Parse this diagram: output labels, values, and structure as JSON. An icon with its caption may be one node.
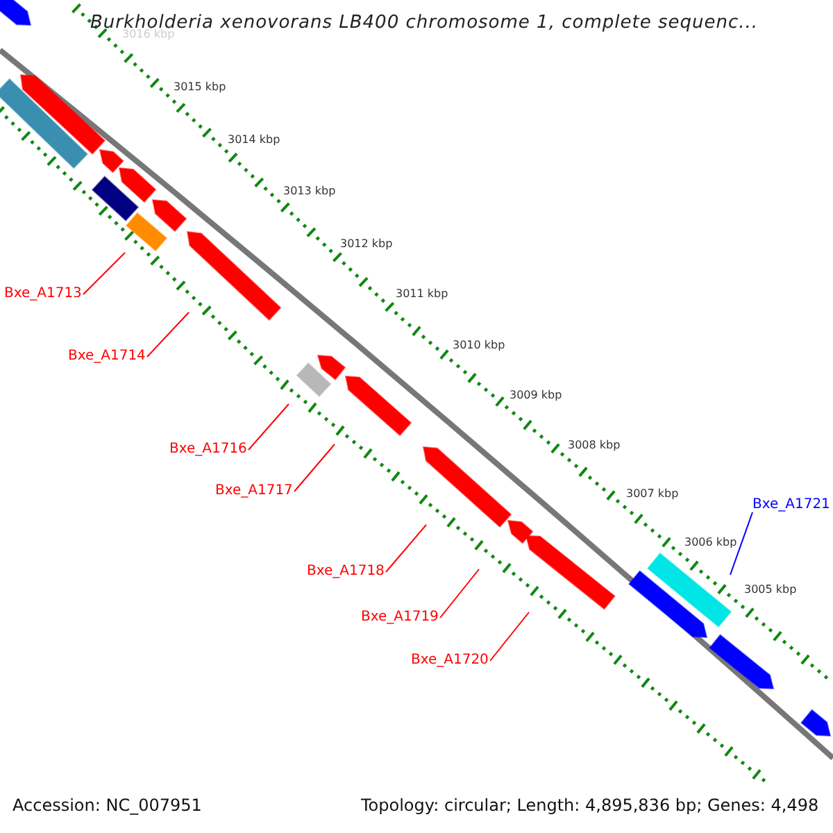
{
  "diagram": {
    "title": "Burkholderia xenovorans LB400 chromosome 1, complete sequenc...",
    "nodes": [
      {
        "text": [
          "Bxe_A1713"
        ]
      },
      {
        "text": [
          "Bxe_A1714"
        ]
      },
      {
        "text": [
          "Bxe_A1716"
        ]
      },
      {
        "text": [
          "Bxe_A1717"
        ]
      },
      {
        "text": [
          "Bxe_A1718"
        ]
      },
      {
        "text": [
          "Bxe_A1719"
        ]
      },
      {
        "text": [
          "Bxe_A1720"
        ]
      },
      {
        "text": [
          "Bxe_A1721"
        ]
      }
    ],
    "edges": [
      {
        "from": 0,
        "to": null,
        "arrow": "none"
      },
      {
        "from": 1,
        "to": null,
        "arrow": "none"
      },
      {
        "from": 2,
        "to": null,
        "arrow": "none"
      },
      {
        "from": 3,
        "to": null,
        "arrow": "none"
      },
      {
        "from": 4,
        "to": null,
        "arrow": "none"
      },
      {
        "from": 5,
        "to": null,
        "arrow": "none"
      },
      {
        "from": 6,
        "to": null,
        "arrow": "none"
      },
      {
        "from": 7,
        "to": null,
        "arrow": "none",
        "color": "#0000ff"
      }
    ],
    "labels": [
      "3016 kbp",
      "3015 kbp",
      "3014 kbp",
      "3013 kbp",
      "3012 kbp",
      "3011 kbp",
      "3010 kbp",
      "3009 kbp",
      "3008 kbp",
      "3007 kbp",
      "3006 kbp",
      "3005 kbp",
      "Accession: NC_007951",
      "Topology: circular; Length: 4,895,836 bp; Genes: 4,498"
    ]
  }
}
